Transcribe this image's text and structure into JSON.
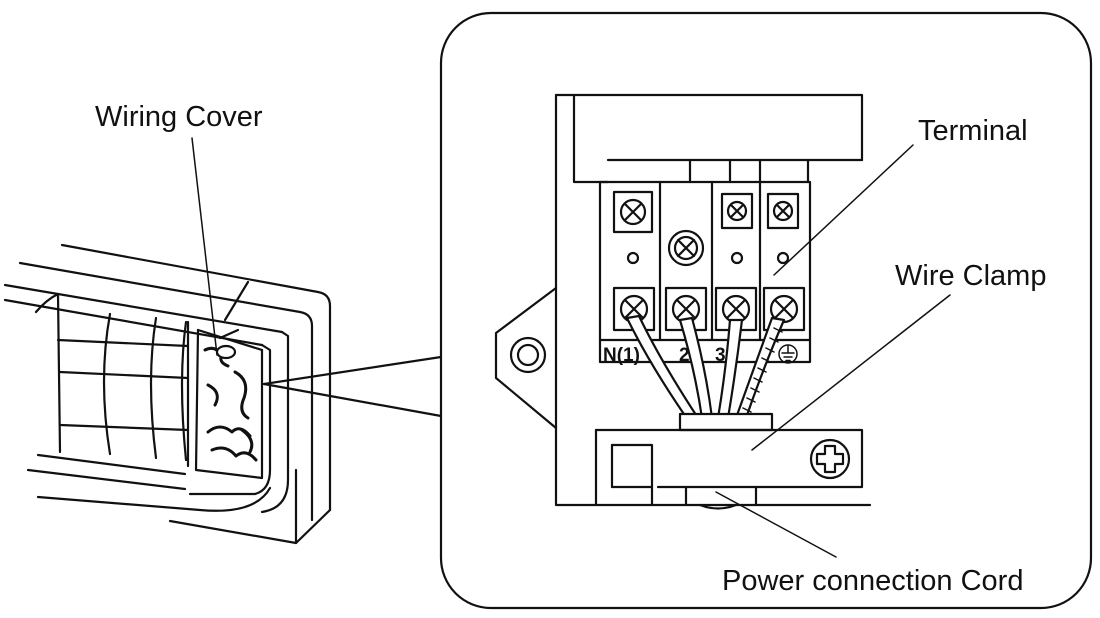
{
  "labels": {
    "wiring_cover": "Wiring Cover",
    "terminal": "Terminal",
    "wire_clamp": "Wire Clamp",
    "power_cord": "Power connection Cord"
  },
  "terminal_markings": {
    "n1": "N(1)",
    "t2": "2",
    "t3": "3"
  },
  "icons": {
    "earth": "earth-ground-icon",
    "screw": "cross-screw-icon"
  },
  "colors": {
    "ink": "#111111",
    "paper": "#ffffff"
  }
}
